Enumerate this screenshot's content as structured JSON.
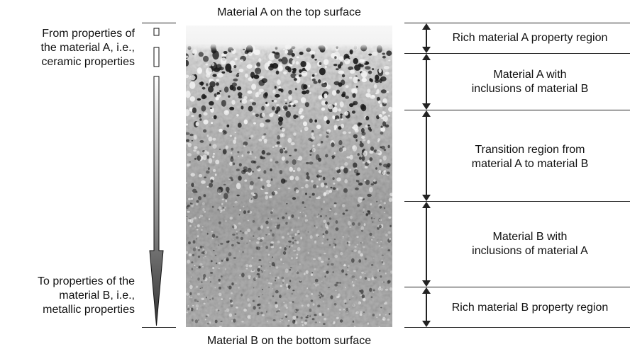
{
  "top_caption": "Material A on the top surface",
  "bottom_caption": "Material B on the bottom surface",
  "left_top_text": [
    "From properties of",
    "the material A, i.e.,",
    "ceramic properties"
  ],
  "left_bottom_text": [
    "To properties of the",
    "material B, i.e.,",
    "metallic properties"
  ],
  "regions": [
    {
      "label_lines": [
        "Rich material A property region"
      ]
    },
    {
      "label_lines": [
        "Material A with",
        "inclusions of material B"
      ]
    },
    {
      "label_lines": [
        "Transition region from",
        "material A to material B"
      ]
    },
    {
      "label_lines": [
        "Material B with",
        "inclusions of material A"
      ]
    },
    {
      "label_lines": [
        "Rich material B property region"
      ]
    }
  ]
}
